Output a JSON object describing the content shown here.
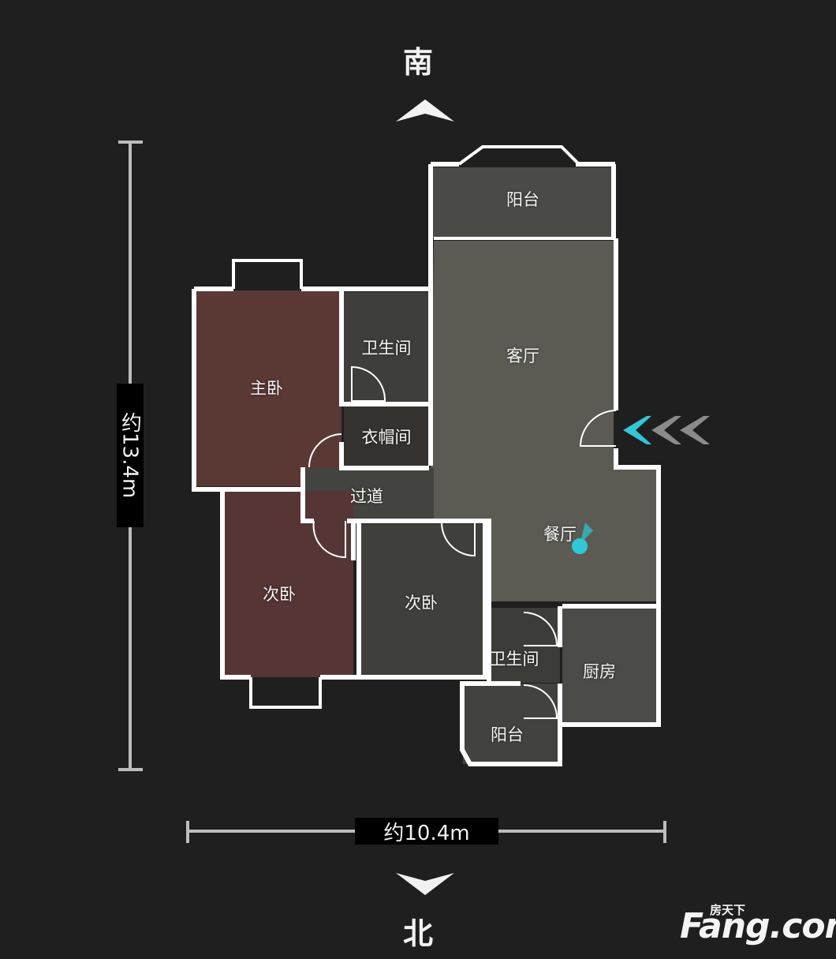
{
  "compass": {
    "top": "南",
    "bottom": "北"
  },
  "dimensions": {
    "height": "约13.4m",
    "width": "约10.4m"
  },
  "rooms": {
    "balcony_top": "阳台",
    "living_room": "客厅",
    "bathroom_top": "卫生间",
    "master_bedroom": "主卧",
    "cloakroom": "衣帽间",
    "corridor": "过道",
    "dining_room": "餐厅",
    "second_bedroom_left": "次卧",
    "second_bedroom_mid": "次卧",
    "bathroom_bottom": "卫生间",
    "kitchen": "厨房",
    "balcony_bottom": "阳台"
  },
  "logo": {
    "main": "Fang.com",
    "sub": "房天下"
  },
  "colors": {
    "background": "#1f1f1f",
    "wall": "#ffffff",
    "marker": "#2ec8d6",
    "floor": "#5a5a52",
    "wood": "#5e3a33"
  },
  "icons": [
    "chevron-up-icon",
    "chevron-down-icon",
    "entrance-arrows-icon",
    "position-marker-icon"
  ]
}
